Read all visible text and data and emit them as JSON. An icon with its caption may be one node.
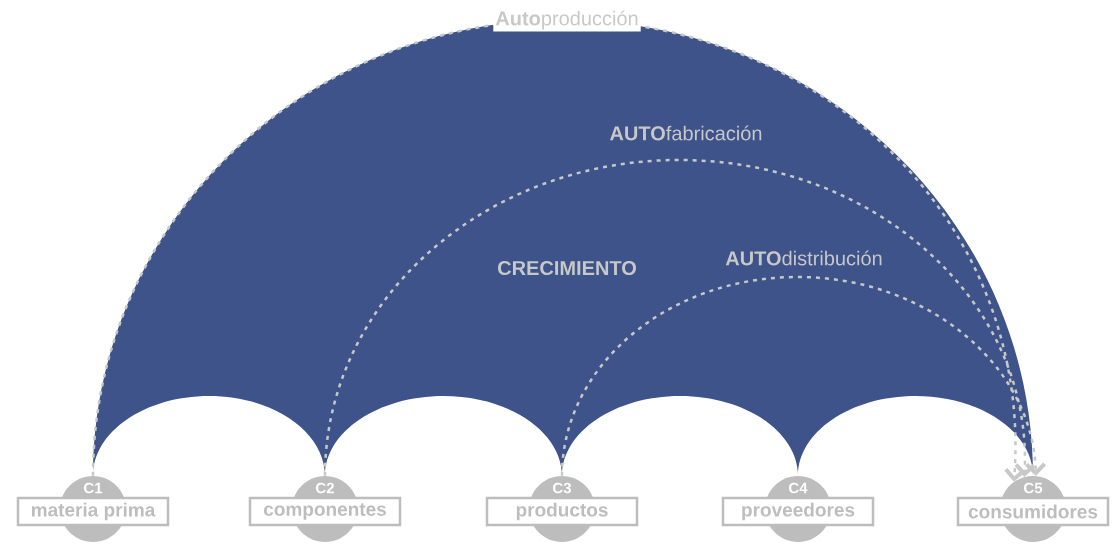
{
  "diagram": {
    "nodes": [
      {
        "text": [
          "C1",
          "materia prima"
        ]
      },
      {
        "text": [
          "C2",
          "componentes"
        ]
      },
      {
        "text": [
          "C3",
          "productos"
        ]
      },
      {
        "text": [
          "C4",
          "proveedores"
        ]
      },
      {
        "text": [
          "C5",
          "consumidores"
        ]
      }
    ],
    "edges": [
      {
        "from": 0,
        "to": 4,
        "arrow": "to",
        "style": "dashed",
        "label": "**Auto**producción"
      },
      {
        "from": 1,
        "to": 4,
        "arrow": "to",
        "style": "dashed",
        "label": "**AUTO**fabricación"
      },
      {
        "from": 2,
        "to": 4,
        "arrow": "to",
        "style": "dashed",
        "label": "**AUTO**distribución"
      }
    ],
    "labels": [
      "CRECIMIENTO"
    ]
  }
}
